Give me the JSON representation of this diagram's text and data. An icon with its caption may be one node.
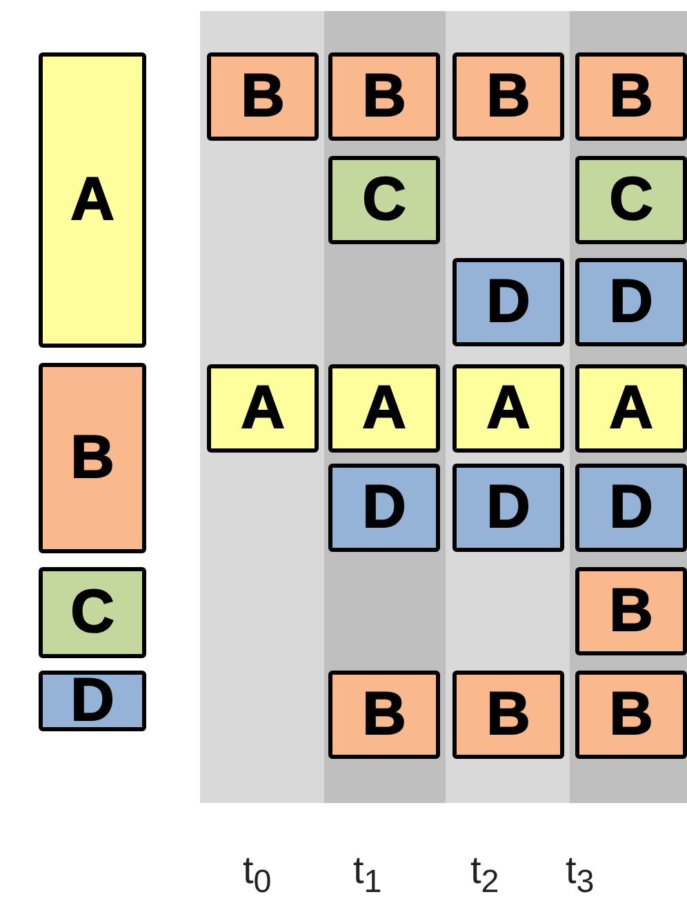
{
  "diagram": {
    "nodes": [
      {
        "text": [
          "A"
        ]
      },
      {
        "text": [
          "B"
        ]
      },
      {
        "text": [
          "C"
        ]
      },
      {
        "text": [
          "D"
        ]
      },
      {
        "text": [
          "B"
        ]
      },
      {
        "text": [
          "B"
        ]
      },
      {
        "text": [
          "B"
        ]
      },
      {
        "text": [
          "B"
        ]
      },
      {
        "text": [
          "C"
        ]
      },
      {
        "text": [
          "C"
        ]
      },
      {
        "text": [
          "D"
        ]
      },
      {
        "text": [
          "D"
        ]
      },
      {
        "text": [
          "A"
        ]
      },
      {
        "text": [
          "A"
        ]
      },
      {
        "text": [
          "A"
        ]
      },
      {
        "text": [
          "A"
        ]
      },
      {
        "text": [
          "D"
        ]
      },
      {
        "text": [
          "D"
        ]
      },
      {
        "text": [
          "D"
        ]
      },
      {
        "text": [
          "B"
        ]
      },
      {
        "text": [
          "B"
        ]
      },
      {
        "text": [
          "B"
        ]
      },
      {
        "text": [
          "B"
        ]
      }
    ],
    "labels": [
      "t$_{0}$",
      "t$_{1}$",
      "t$_{2}$",
      "t$_{3}$"
    ]
  }
}
